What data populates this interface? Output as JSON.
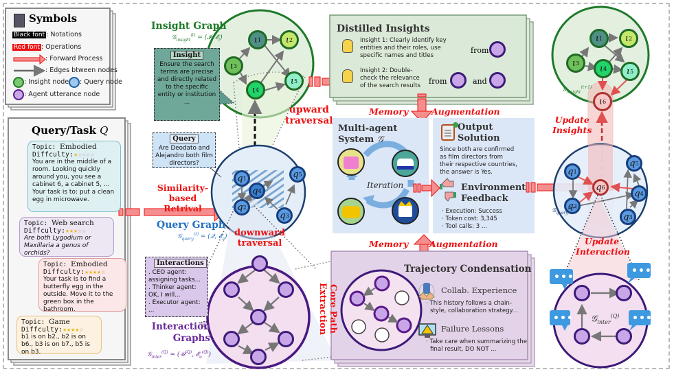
{
  "symbols": {
    "title": "Symbols",
    "black_font_tag": "Black font",
    "black_font_desc": ": Notations",
    "red_font_tag": "Red font",
    "red_font_desc": ": Operations",
    "forward_desc": ": Forward Process",
    "edges_desc": ": Edges btween nodes",
    "insight_node_desc": ": Insight node",
    "query_node_desc": ": Query node",
    "agent_node_desc": ": Agent utterance node"
  },
  "query_task": {
    "title": "Query/Task",
    "title_symbol": "Q",
    "cards": [
      {
        "topic_label": "Topic:",
        "topic": "Embodied",
        "difficulty_label": "Diffculty:",
        "stars": 1,
        "max_stars": 5,
        "text": "You are in the middle of a room. Looking quickly around you, you see a cabinet 6, a cabinet 5, ... Your task is to: put a clean egg in microwave.",
        "color": "#dff0f3",
        "border": "#7bbfcc"
      },
      {
        "topic_label": "Topic:",
        "topic": "Web search",
        "difficulty_label": "Diffculty:",
        "stars": 3,
        "max_stars": 5,
        "text": "Are both Lygodium or Maxillaria a genus of orchids?",
        "color": "#ede6f3",
        "border": "#b39cc9"
      },
      {
        "topic_label": "Topic:",
        "topic": "Embodied",
        "difficulty_label": "Diffculty:",
        "stars": 4,
        "max_stars": 5,
        "text": "Your task is to find a butterfly egg in the outside. Move it to the green box in the bathroom.",
        "color": "#fbe7e7",
        "border": "#e29a9a"
      },
      {
        "topic_label": "Topic:",
        "topic": "Game",
        "difficulty_label": "Diffculty:",
        "stars": 4,
        "max_stars": 5,
        "text": "b1 is on b2., b2 is on b6., b3 is on b7., b5 is on b3.",
        "color": "#fdf1e1",
        "border": "#e8c27a"
      }
    ]
  },
  "insight_graph": {
    "title": "Insight Graph",
    "formula": "𝒢ᵢₙₛᵢ₉ₕₜ⁽ᵗ⁾ = (𝓘, 𝓔ᵢ)",
    "nodes": [
      "ι1",
      "ι2",
      "ι3",
      "ι4",
      "ι5"
    ],
    "callout_header": "Insight",
    "callout_text": "Ensure the search terms are precise and directly related to the specific entity or institution ..."
  },
  "operations": {
    "upward": "upward traversal",
    "upward_l1": "upward",
    "upward_l2": "traversal",
    "downward_l1": "downward",
    "downward_l2": "traversal",
    "similarity_l1": "Similarity-",
    "similarity_l2": "based Retrival",
    "memory": "Memory",
    "augmentation": "Augmentation",
    "core_path_l1": "Core Path",
    "core_path_l2": "Extraction",
    "update_insights_l1": "Update",
    "update_insights_l2": "Insights",
    "update_interaction_l1": "Update",
    "update_interaction_l2": "Interaction"
  },
  "query_graph": {
    "title": "Query Graph",
    "formula": "𝒢_query^(t) = (𝒬, 𝓔_q)",
    "nodes": [
      "q1",
      "q2",
      "q3",
      "q4",
      "q5"
    ],
    "callout_header": "Query",
    "callout_text": "Are Deodato and Alejandro both film directors?"
  },
  "interaction_graphs": {
    "title_l1": "Interaction",
    "title_l2": "Graphs",
    "formula": "𝒢_inter^(Q) = (𝒰^(Q), 𝓔_u^(Q))",
    "callout_header": "Interactions",
    "lines": [
      ". CEO agent:",
      "assigning tasks...",
      ". Thinker agent:",
      "OK, I will...",
      ". Executor agent: ..."
    ]
  },
  "distilled_insights": {
    "title": "Distilled Insights",
    "insight1": "Insight 1: Clearly identify key entities and their roles, use specific names and titles",
    "insight1_l1": "Insight 1: Clearly identify key",
    "insight1_l2": "entities and their roles, use",
    "insight1_l3": "specific names and titles",
    "insight2_l1": "Insight 2: Double-",
    "insight2_l2": "check the relevance",
    "insight2_l3": "of the search results",
    "from": "from",
    "and": "and"
  },
  "multi_agent": {
    "title_l1": "Multi-agent",
    "title_l2": "System",
    "symbol": "𝒢",
    "iteration": "Iteration"
  },
  "output_solution": {
    "title_l1": "Output",
    "title_l2": "Solution",
    "text_l1": "Since both are confirmed",
    "text_l2": "as film directors from",
    "text_l3": "their respective countries,",
    "text_l4": "the answer is Yes."
  },
  "environment_feedback": {
    "title_l1": "Environment",
    "title_l2": "Feedback",
    "items": [
      "Execution: Success",
      "Token cost: 3,345",
      "Tool calls: 3 ..."
    ]
  },
  "trajectory": {
    "title": "Trajectory Condensation",
    "collab_title": "Collab. Experience",
    "collab_l1": "This history follows a chain-",
    "collab_l2": "style,  collaboration strategy...",
    "failure_title": "Failure Lessons",
    "failure_l1": "Take care when summarizing the",
    "failure_l2": "final result, DO NOT ..."
  },
  "updated": {
    "insight_label": "𝒢_insight^(t+1)",
    "insight_nodes": [
      "ι1",
      "ι2",
      "ι3",
      "ι4",
      "ι5",
      "ι6"
    ],
    "query_label": "𝒢_query^(t+1)",
    "query_nodes": [
      "q1",
      "q2",
      "q3",
      "q4",
      "q5",
      "q6"
    ],
    "inter_label": "𝒢_inter^(Q)"
  },
  "colors": {
    "red": "#e11d1d",
    "green": "#1f7a2a",
    "blue": "#1e6fc0",
    "purple": "#5a1a8a",
    "arrow_fill": "#f58f8f"
  }
}
